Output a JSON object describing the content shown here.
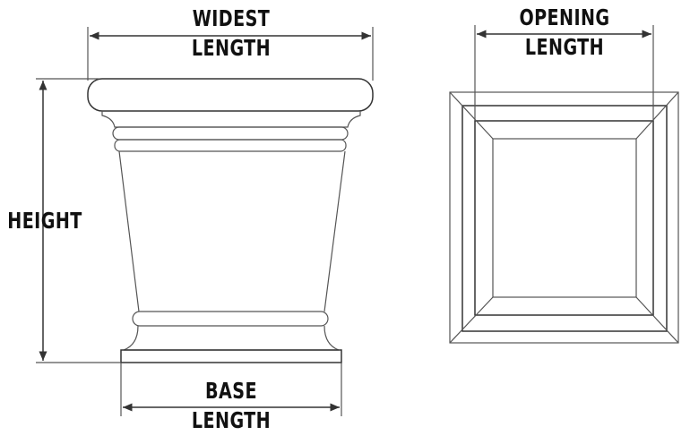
{
  "labels": {
    "widest": "WIDEST",
    "widest_2": "LENGTH",
    "height": "HEIGHT",
    "base": "BASE",
    "base_2": "LENGTH",
    "opening": "OPENING",
    "opening_2": "LENGTH"
  }
}
